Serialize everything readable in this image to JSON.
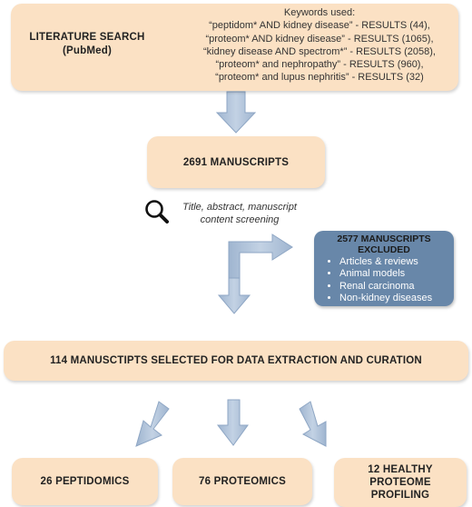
{
  "search": {
    "title_line1": "LITERATURE SEARCH",
    "title_line2": "(PubMed)",
    "keywords_header": "Keywords used:",
    "keywords": [
      "“peptidom* AND kidney disease” - RESULTS (44),",
      "“proteom* AND kidney disease” - RESULTS (1065),",
      "“kidney disease AND spectrom*” - RESULTS (2058),",
      "“proteom* and nephropathy” - RESULTS (960),",
      "“proteom* and lupus nephritis” - RESULTS (32)"
    ]
  },
  "manuscripts": {
    "label": "2691 MANUSCRIPTS"
  },
  "screening": {
    "line1": "Title, abstract, manuscript",
    "line2": "content screening"
  },
  "excluded": {
    "title_line1": "2577 MANUSCRIPTS",
    "title_line2": "EXCLUDED",
    "items": [
      "Articles & reviews",
      "Animal models",
      "Renal carcinoma",
      "Non-kidney diseases"
    ]
  },
  "selected": {
    "label": "114 MANUSCTIPTS SELECTED FOR DATA EXTRACTION AND CURATION"
  },
  "outputs": {
    "peptidomics": "26 PEPTIDOMICS",
    "proteomics": "76 PROTEOMICS",
    "healthy_line1": "12 HEALTHY",
    "healthy_line2": "PROTEOME",
    "healthy_line3": "PROFILING"
  },
  "colors": {
    "box_fill": "#fbe1c4",
    "excluded_fill": "#6887a9",
    "arrow_fill": "#a9bdd6",
    "arrow_stroke": "#8ea6c4"
  }
}
